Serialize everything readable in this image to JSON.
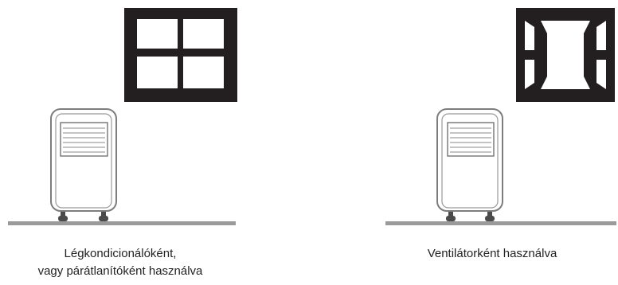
{
  "panels": [
    {
      "id": "air-conditioner-mode",
      "window_state": "closed",
      "caption_lines": [
        "Légkondicionálóként,",
        "vagy párátlanítóként használva"
      ]
    },
    {
      "id": "fan-mode",
      "window_state": "open",
      "caption_lines": [
        "Ventilátorként használva"
      ]
    }
  ],
  "colors": {
    "window_frame": "#231f20",
    "window_glass": "#ffffff",
    "unit_outline": "#7d7d7d",
    "floor": "#9a9a9a",
    "wheel": "#4a4a4a",
    "caption_text": "#222222"
  }
}
